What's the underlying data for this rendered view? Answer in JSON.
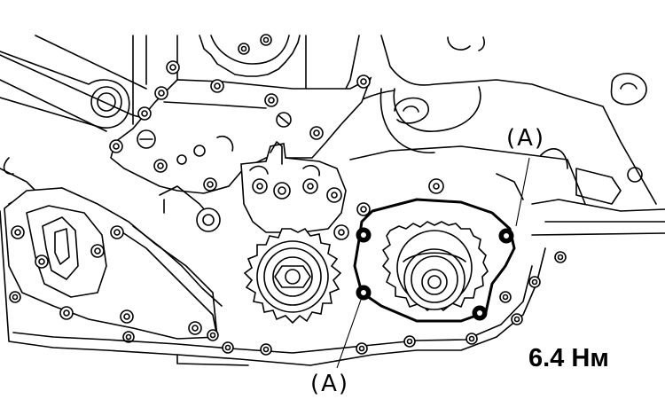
{
  "labels": {
    "callout_top": "(A)",
    "callout_bottom": "(A)",
    "torque_value": "6.4 Нм"
  }
}
